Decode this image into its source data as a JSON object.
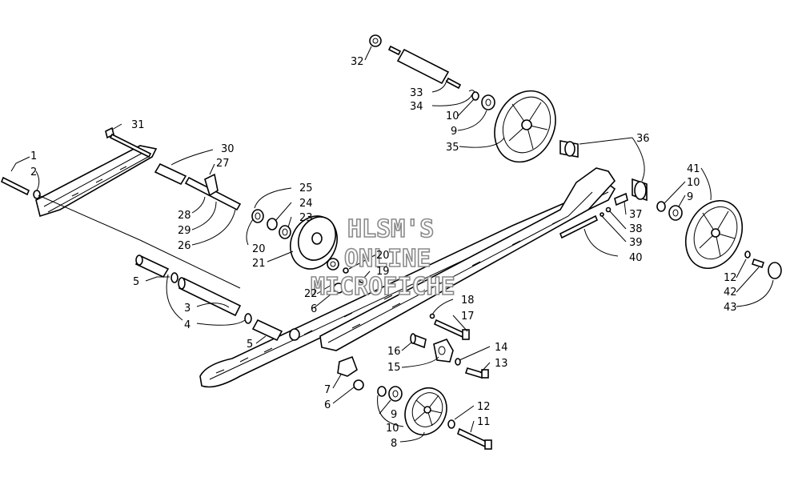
{
  "watermark": {
    "line1": "HLSM'S",
    "line2": "ONLINE",
    "line3": "MICROFICHE",
    "color": "#8a8a8a"
  },
  "callouts": {
    "c1": "1",
    "c2": "2",
    "c3": "3",
    "c4": "4",
    "c5a": "5",
    "c5b": "5",
    "c6a": "6",
    "c6b": "6",
    "c7": "7",
    "c8": "8",
    "c9a": "9",
    "c9b": "9",
    "c9c": "9",
    "c10a": "10",
    "c10b": "10",
    "c10c": "10",
    "c11": "11",
    "c12a": "12",
    "c12b": "12",
    "c13": "13",
    "c14": "14",
    "c15": "15",
    "c16": "16",
    "c17": "17",
    "c18": "18",
    "c19": "19",
    "c20a": "20",
    "c20b": "20",
    "c21": "21",
    "c22": "22",
    "c23": "23",
    "c24": "24",
    "c25": "25",
    "c26": "26",
    "c27": "27",
    "c28": "28",
    "c29": "29",
    "c30": "30",
    "c31": "31",
    "c32": "32",
    "c33": "33",
    "c34": "34",
    "c35": "35",
    "c36": "36",
    "c37": "37",
    "c38": "38",
    "c39": "39",
    "c40": "40",
    "c41": "41",
    "c42": "42",
    "c43": "43"
  }
}
